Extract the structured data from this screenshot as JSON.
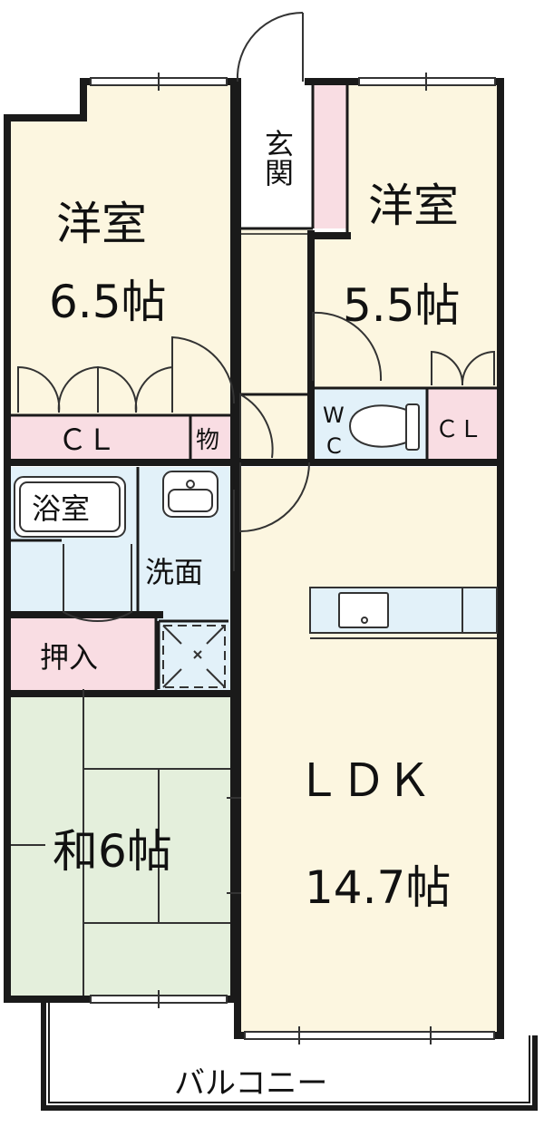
{
  "floor_plan": {
    "colors": {
      "western_room": "#FCF6E0",
      "closet": "#F9DDE3",
      "wet_area": "#E2F1F9",
      "japanese_room": "#E4EFDC",
      "wall": "#1a1a1a",
      "line": "#333333"
    },
    "rooms": {
      "western_room_left": {
        "name": "洋室",
        "size": "6.5帖"
      },
      "western_room_right": {
        "name": "洋室",
        "size": "5.5帖"
      },
      "entrance": {
        "name": "玄関"
      },
      "closet_left": {
        "name": "ＣＬ"
      },
      "storage": {
        "name": "物"
      },
      "toilet": {
        "line1": "W",
        "line2": "C"
      },
      "closet_right": {
        "name": "ＣＬ"
      },
      "bathroom": {
        "name": "浴室"
      },
      "washroom": {
        "name": "洗面"
      },
      "oshiire": {
        "name": "押入"
      },
      "japanese_room": {
        "name": "和",
        "size": "6帖"
      },
      "ldk": {
        "name": "ＬＤＫ",
        "size": "14.7帖"
      },
      "balcony": {
        "name": "バルコニー"
      }
    }
  }
}
